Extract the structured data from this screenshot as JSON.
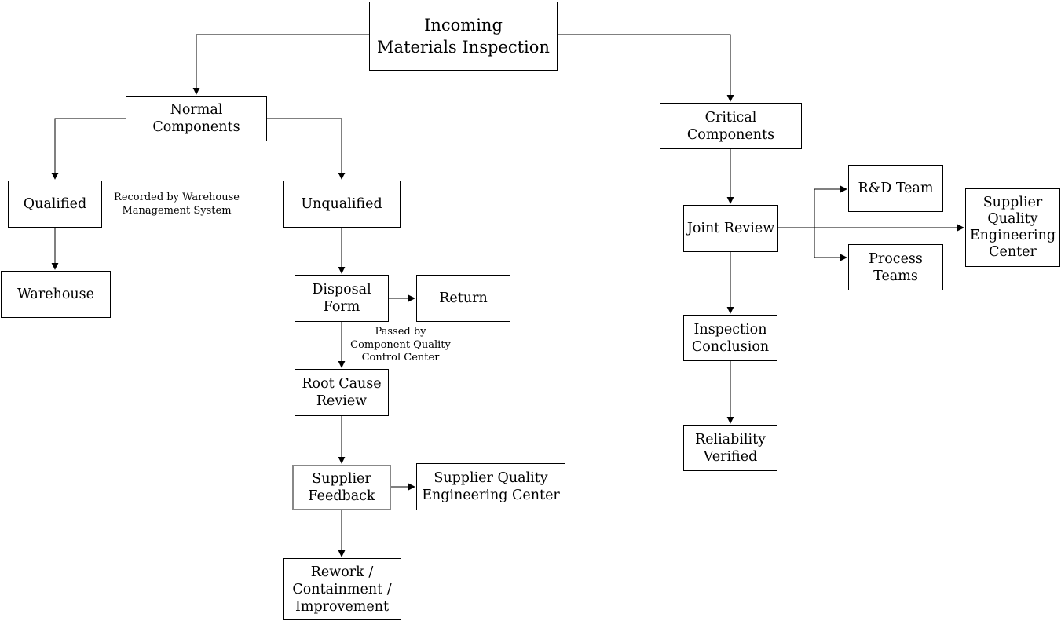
{
  "nodes": {
    "incoming": {
      "label": "Incoming\nMaterials Inspection"
    },
    "normal": {
      "label": "Normal Components"
    },
    "critical": {
      "label": "Critical Components"
    },
    "qualified": {
      "label": "Qualified"
    },
    "unqualified": {
      "label": "Unqualified"
    },
    "warehouse": {
      "label": "Warehouse"
    },
    "disposal": {
      "label": "Disposal\nForm"
    },
    "return": {
      "label": "Return"
    },
    "rootcause": {
      "label": "Root Cause\nReview"
    },
    "supplierfb": {
      "label": "Supplier\nFeedback"
    },
    "sqec_left": {
      "label": "Supplier Quality\nEngineering Center"
    },
    "rework": {
      "label": "Rework /\nContainment /\nImprovement"
    },
    "jointreview": {
      "label": "Joint Review"
    },
    "rdteam": {
      "label": "R&D Team"
    },
    "processteams": {
      "label": "Process\nTeams"
    },
    "sqec_right": {
      "label": "Supplier\nQuality\nEngineering\nCenter"
    },
    "inspection": {
      "label": "Inspection\nConclusion"
    },
    "reliability": {
      "label": "Reliability\nVerified"
    }
  },
  "annotations": {
    "recorded_by": "Recorded by Warehouse\nManagement System",
    "passed_by": "Passed by\nComponent Quality\nControl Center"
  },
  "colors": {
    "background": "#ffffff",
    "node_fill": "#ffffff",
    "node_border": "#000000",
    "supplier_feedback_border": "#888888",
    "connector": "#000000",
    "text": "#000000"
  }
}
